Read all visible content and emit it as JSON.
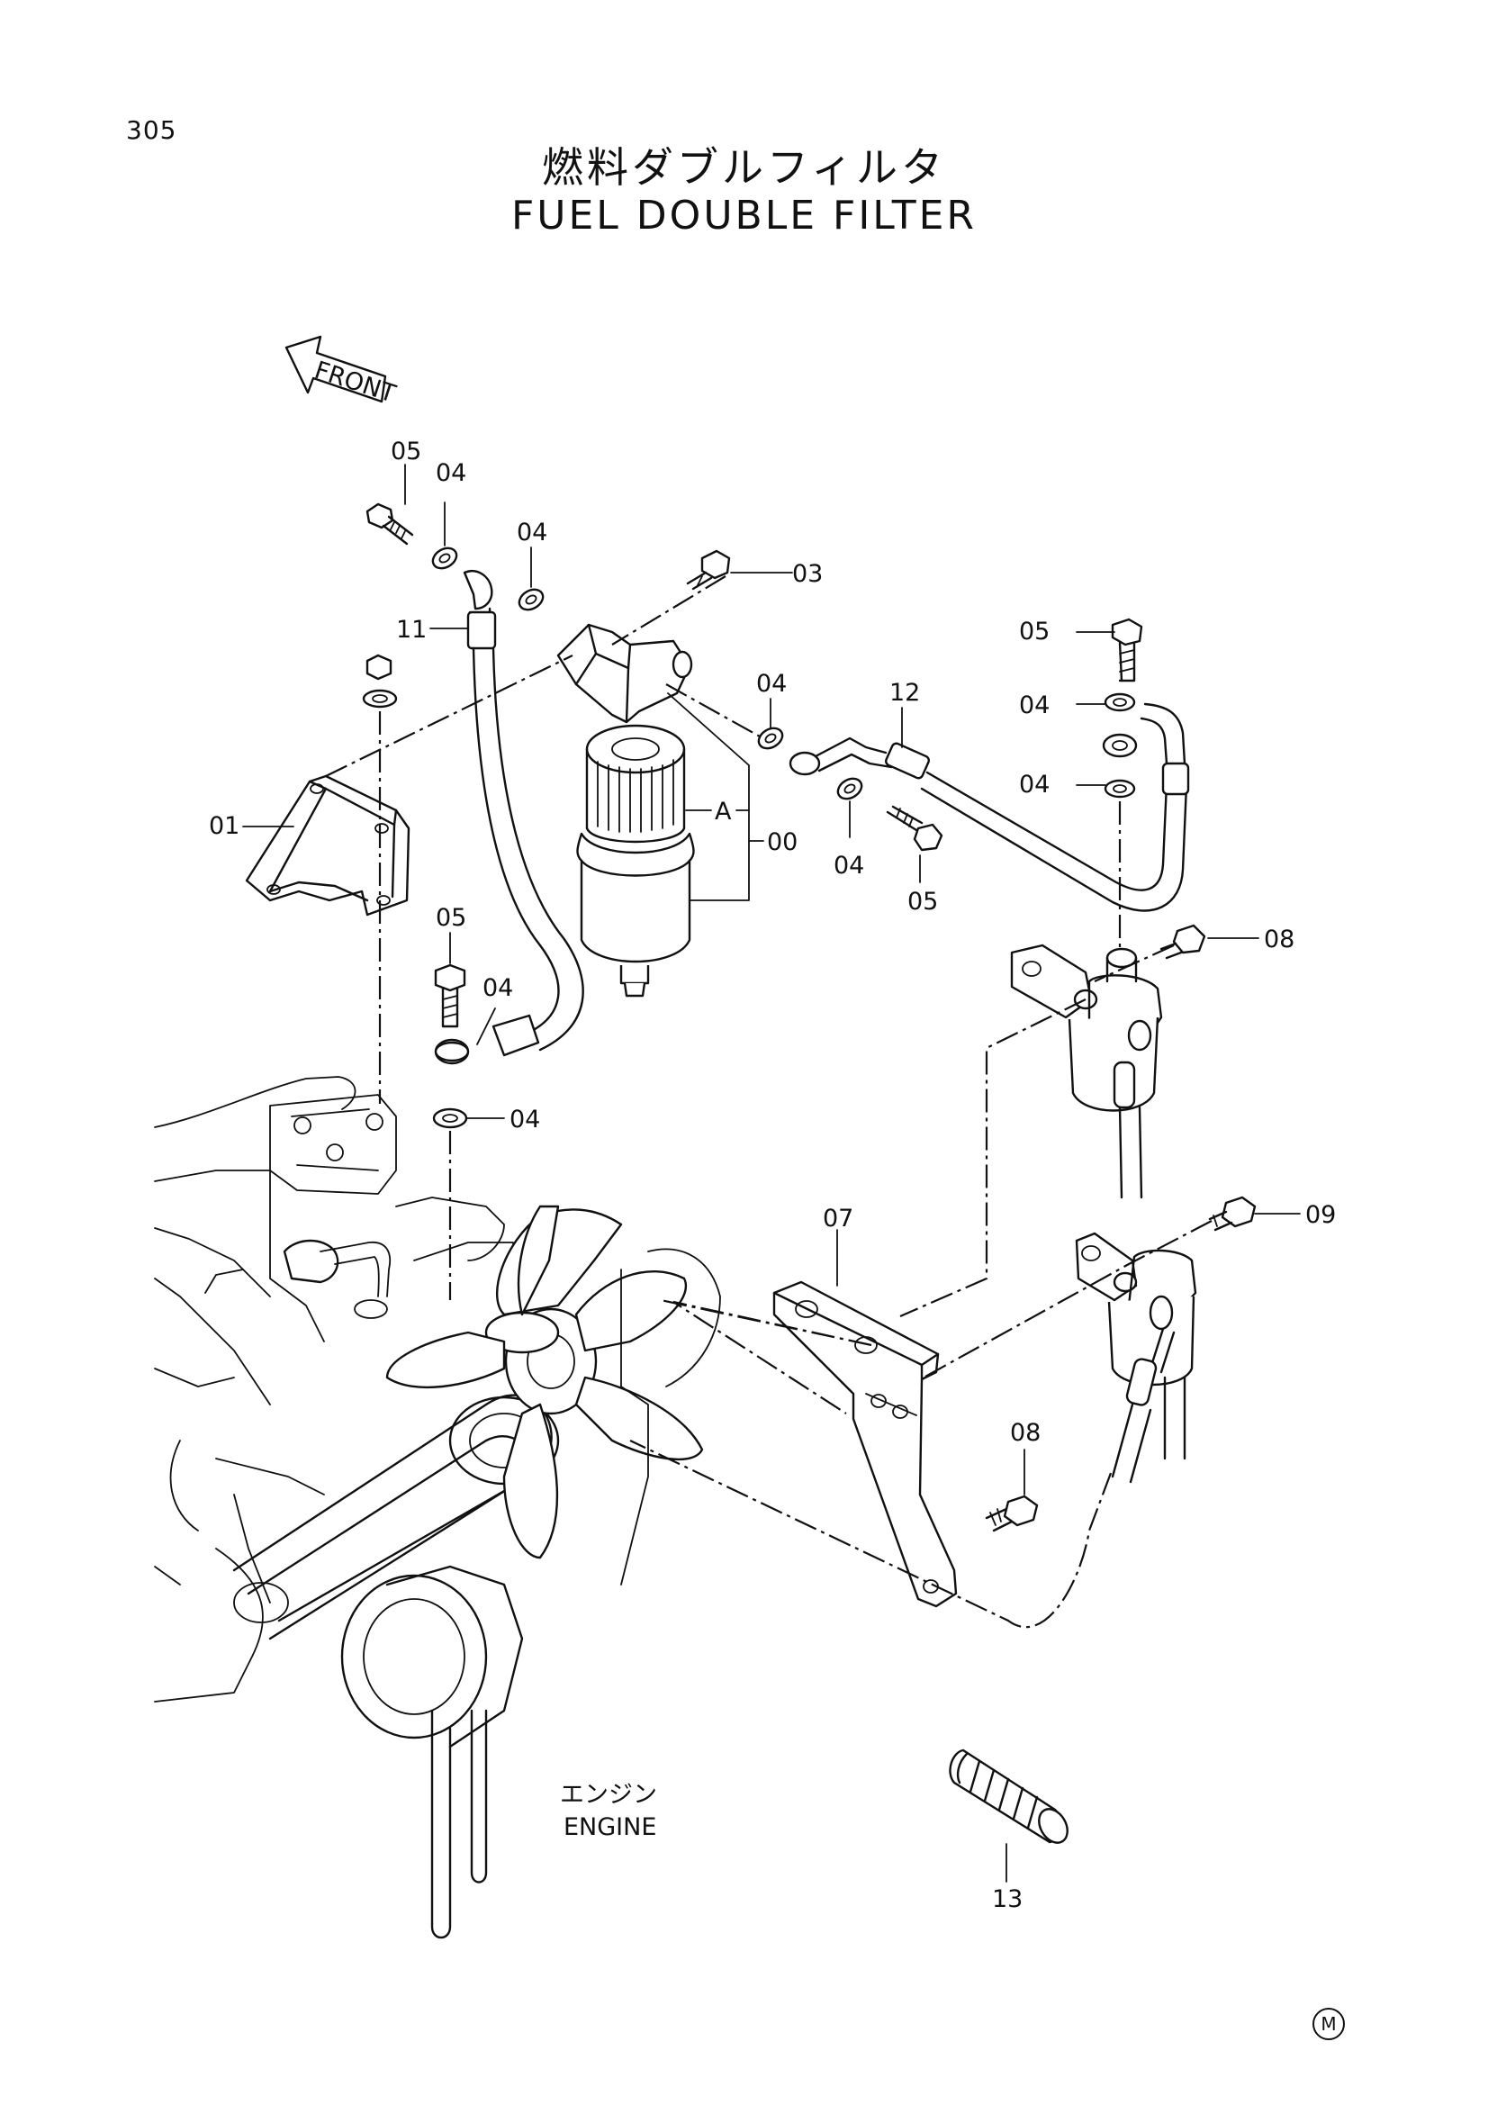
{
  "page": {
    "number": "305"
  },
  "title": {
    "japanese": "燃料ダブルフィルタ",
    "english": "FUEL DOUBLE FILTER"
  },
  "direction": {
    "label": "FRONT"
  },
  "engine_label": {
    "japanese": "エンジン",
    "english": "ENGINE"
  },
  "group_label": "A",
  "corner_mark": "M",
  "callouts": [
    {
      "id": "c-05-top",
      "label": "05"
    },
    {
      "id": "c-04-top",
      "label": "04"
    },
    {
      "id": "c-04-mid",
      "label": "04"
    },
    {
      "id": "c-03",
      "label": "03"
    },
    {
      "id": "c-11",
      "label": "11"
    },
    {
      "id": "c-01",
      "label": "01"
    },
    {
      "id": "c-04-right1",
      "label": "04"
    },
    {
      "id": "c-00",
      "label": "00"
    },
    {
      "id": "c-04-lower",
      "label": "04"
    },
    {
      "id": "c-05-lower",
      "label": "05"
    },
    {
      "id": "c-12",
      "label": "12"
    },
    {
      "id": "c-05-right",
      "label": "05"
    },
    {
      "id": "c-04-right2",
      "label": "04"
    },
    {
      "id": "c-04-right3",
      "label": "04"
    },
    {
      "id": "c-08-top",
      "label": "08"
    },
    {
      "id": "c-05-left",
      "label": "05"
    },
    {
      "id": "c-04-left1",
      "label": "04"
    },
    {
      "id": "c-04-left2",
      "label": "04"
    },
    {
      "id": "c-07",
      "label": "07"
    },
    {
      "id": "c-09",
      "label": "09"
    },
    {
      "id": "c-08-bottom",
      "label": "08"
    },
    {
      "id": "c-13",
      "label": "13"
    }
  ]
}
